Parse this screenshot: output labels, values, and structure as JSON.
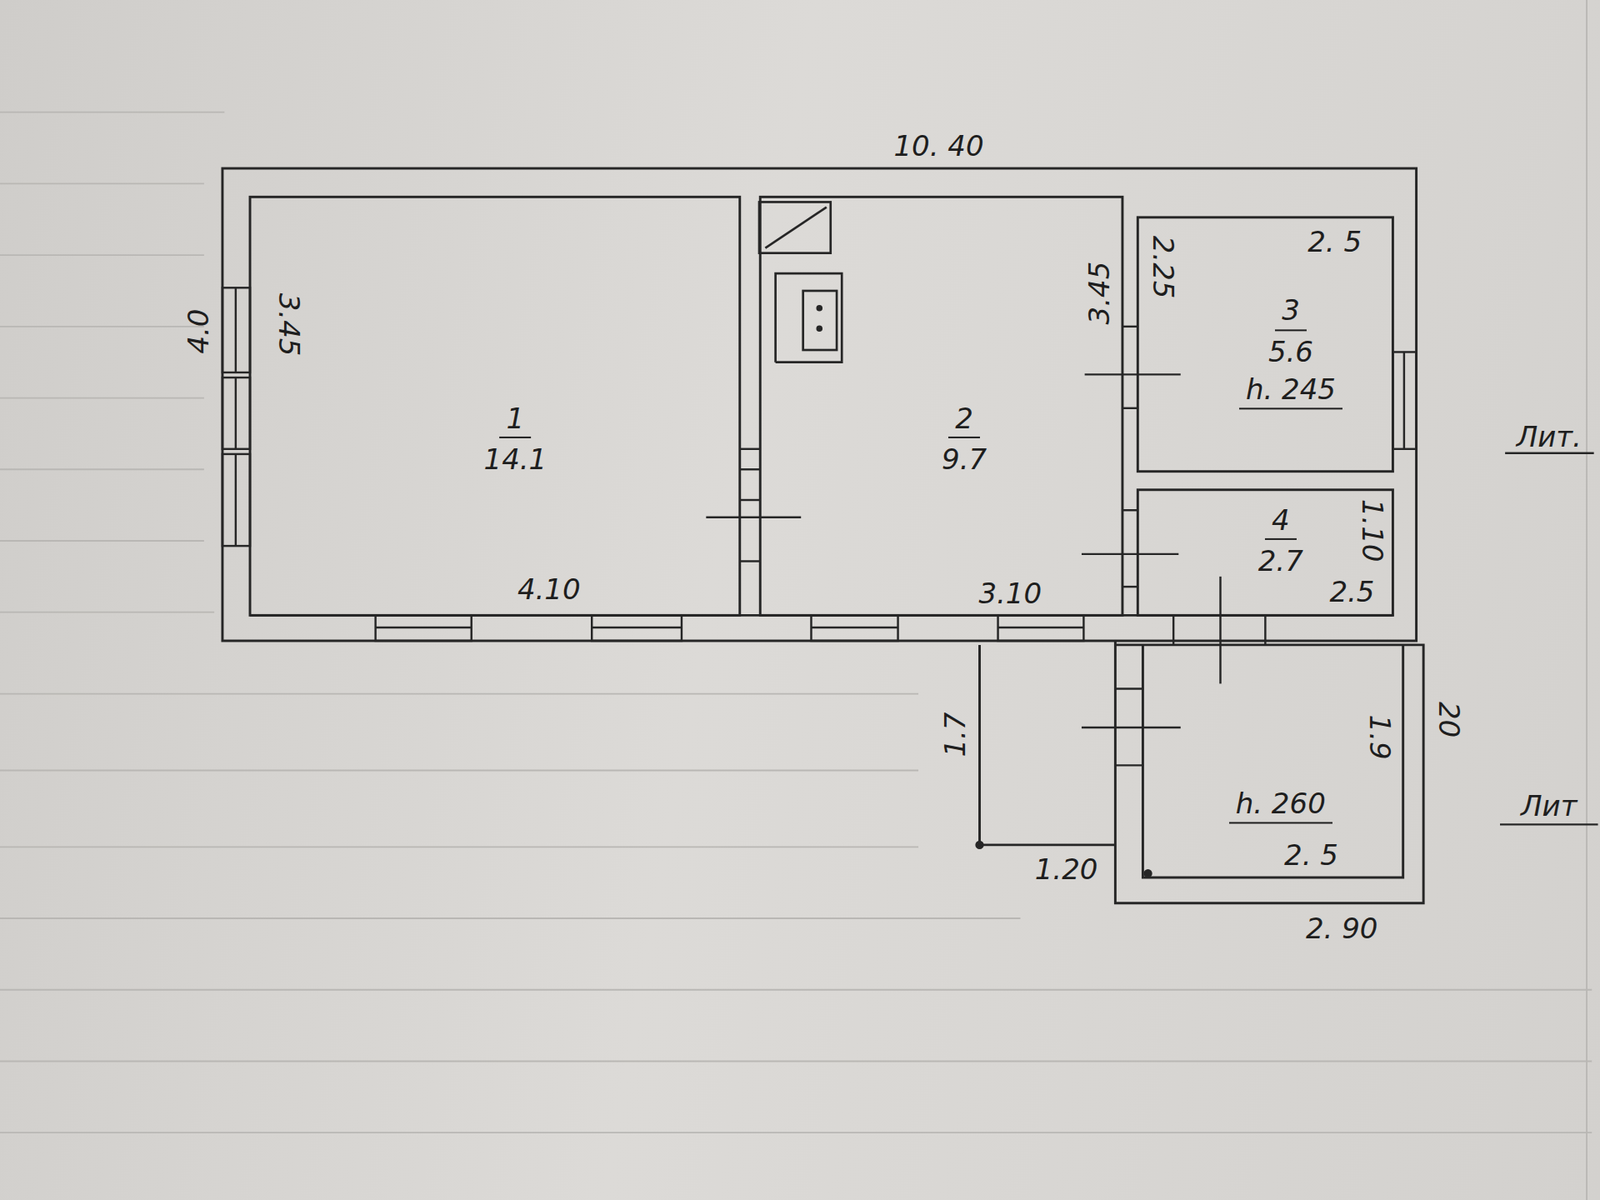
{
  "diagram": {
    "nodes": [
      {
        "text": [
          "1",
          "14.1"
        ]
      },
      {
        "text": [
          "2",
          "9.7"
        ]
      },
      {
        "text": [
          "3",
          "5.6",
          "h. 245"
        ]
      },
      {
        "text": [
          "4",
          "2.7"
        ]
      },
      {
        "text": [
          "h. 260"
        ]
      }
    ],
    "labels": [
      "10. 40",
      "4.0",
      "3.45",
      "3.45",
      "2.25",
      "2. 5",
      "Лит.",
      "4.10",
      "3.10",
      "1.10",
      "2.5",
      "1.7",
      "1.9",
      "20",
      "Лит",
      "1.20",
      "2. 5",
      "2. 90"
    ]
  }
}
